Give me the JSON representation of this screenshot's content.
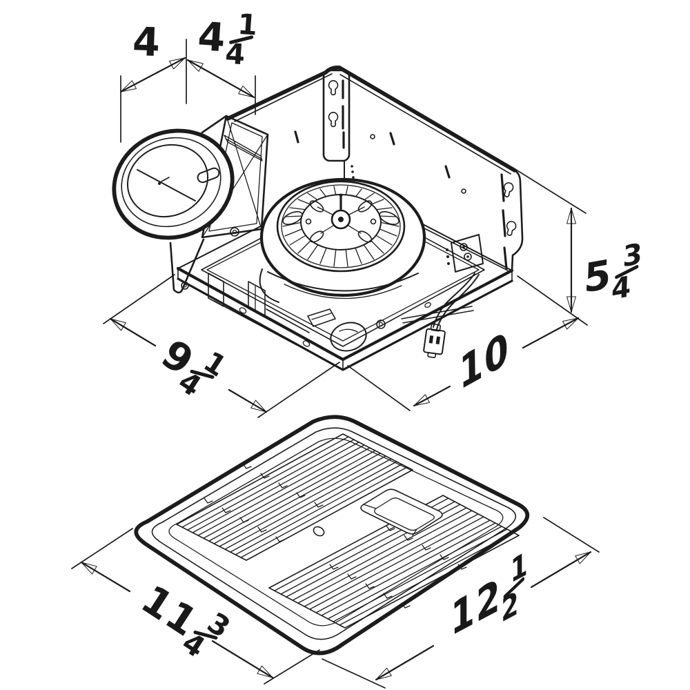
{
  "title": "Ventilation fan housing and grille dimension drawing",
  "colors": {
    "line": "#1c1c1c",
    "background": "#ffffff",
    "text": "#191919"
  },
  "units": "inches",
  "dimensions": {
    "duct_width": {
      "whole": "4"
    },
    "duct_transition": {
      "whole": "4",
      "num": "1",
      "den": "4"
    },
    "housing_height": {
      "whole": "5",
      "num": "3",
      "den": "4"
    },
    "housing_width": {
      "whole": "9",
      "num": "1",
      "den": "4"
    },
    "housing_depth": {
      "whole": "10"
    },
    "grille_width": {
      "whole": "11",
      "num": "3",
      "den": "4"
    },
    "grille_depth": {
      "whole": "12",
      "num": "1",
      "den": "2"
    }
  }
}
